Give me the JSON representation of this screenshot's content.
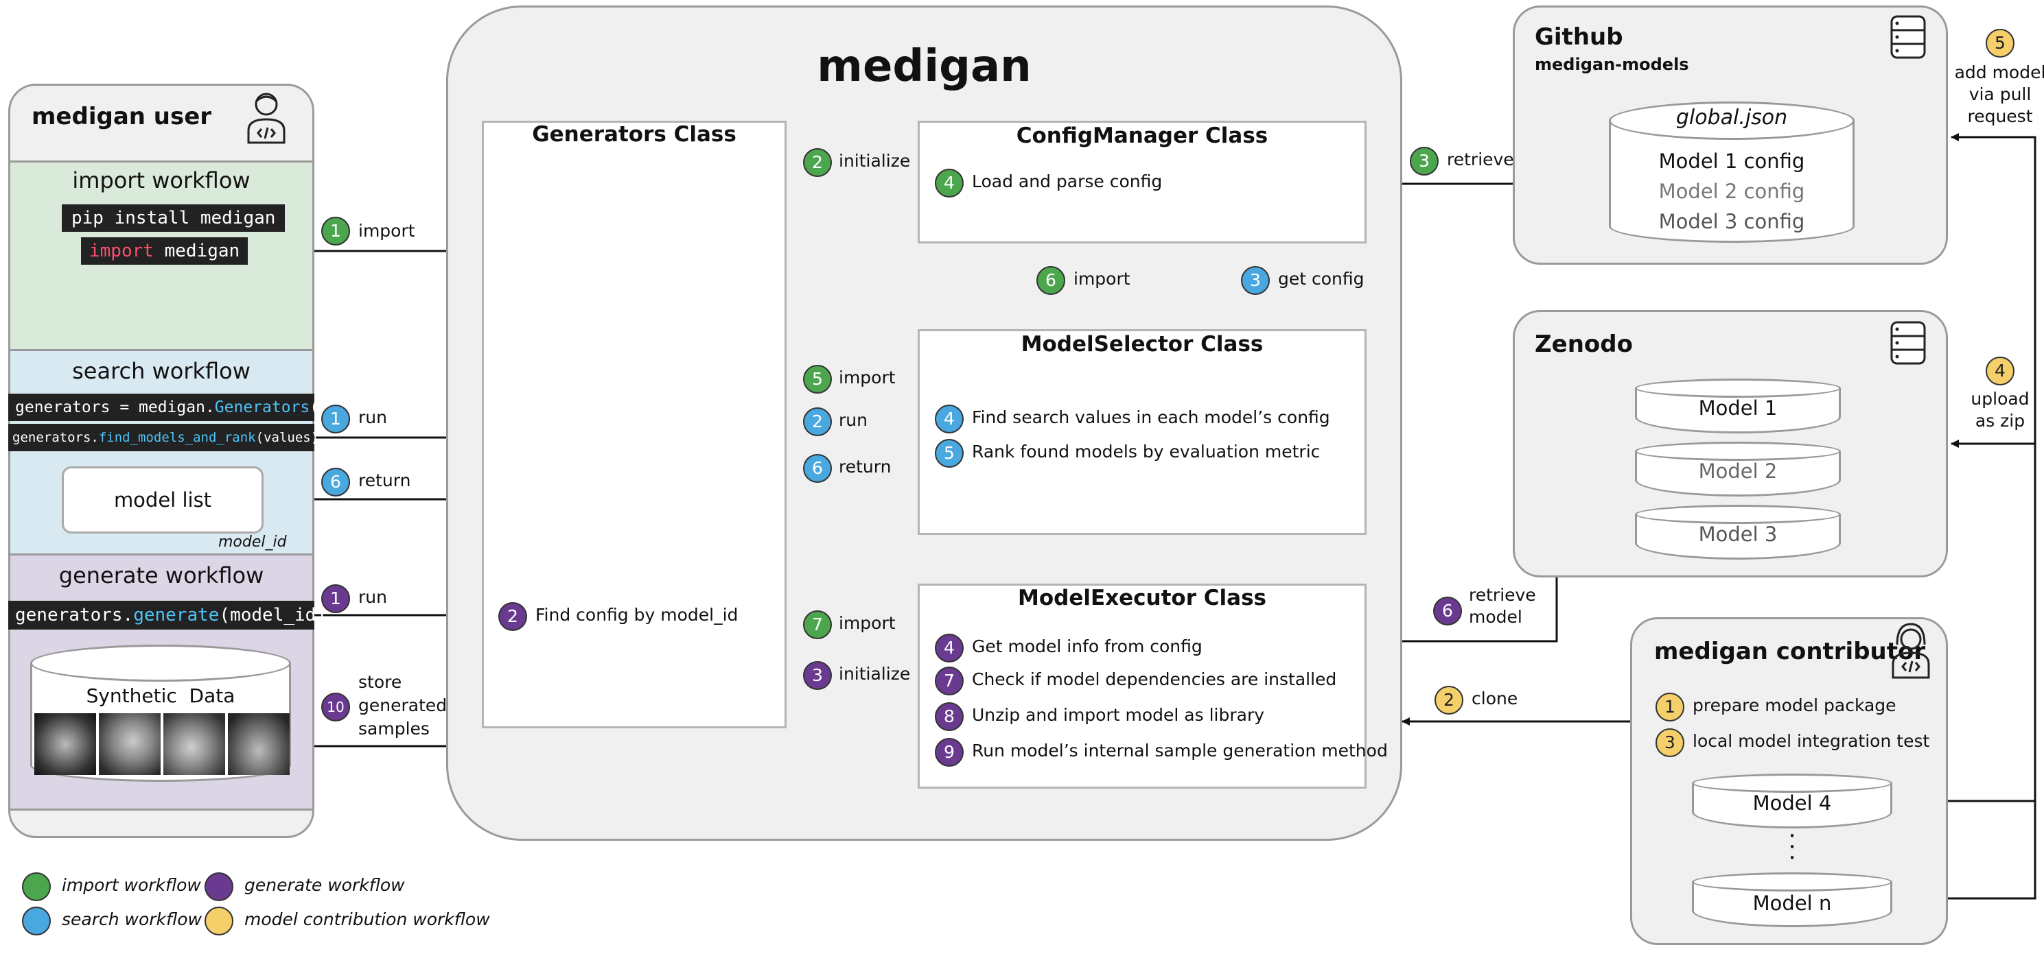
{
  "main": {
    "title": "medigan"
  },
  "user_panel": {
    "title": "medigan user",
    "icon": "developer-icon"
  },
  "import_workflow": {
    "title": "import workflow",
    "code_line1": "pip install medigan",
    "code_line2_kw": "import",
    "code_line2_rest": " medigan"
  },
  "search_workflow": {
    "title": "search workflow",
    "code_line1_a": "generators = medigan.",
    "code_line1_fn": "Generators",
    "code_line1_b": "()",
    "code_line2_a": "generators.",
    "code_line2_fn": "find_models_and_rank",
    "code_line2_b": "(values)",
    "model_list": "model list",
    "model_id": "model_id"
  },
  "generate_workflow": {
    "title": "generate workflow",
    "code_a": "generators.",
    "code_fn": "generate",
    "code_b": "(model_id)",
    "synthetic": "Synthetic  Data"
  },
  "generators_class": {
    "title": "Generators Class",
    "step_num": "2",
    "step_text": "Find config by model_id"
  },
  "config_manager": {
    "title": "ConfigManager Class",
    "step_num": "4",
    "step_text": "Load and parse config"
  },
  "model_selector": {
    "title": "ModelSelector Class",
    "steps": [
      {
        "num": "4",
        "text": "Find search values in each model’s config"
      },
      {
        "num": "5",
        "text": "Rank found models by evaluation metric"
      }
    ]
  },
  "model_executor": {
    "title": "ModelExecutor Class",
    "steps": [
      {
        "num": "4",
        "text": "Get model info from config"
      },
      {
        "num": "7",
        "text": "Check if model dependencies are installed"
      },
      {
        "num": "8",
        "text": "Unzip and import model as library"
      },
      {
        "num": "9",
        "text": "Run model’s internal sample generation method"
      }
    ]
  },
  "github": {
    "title": "Github",
    "subtitle": "medigan-models",
    "file": "global.json",
    "configs": [
      "Model 1 config",
      "Model 2 config",
      "Model 3 config"
    ]
  },
  "zenodo": {
    "title": "Zenodo",
    "models": [
      "Model 1",
      "Model 2",
      "Model 3"
    ]
  },
  "contributor": {
    "title": "medigan contributor",
    "steps": [
      {
        "num": "1",
        "text": "prepare model package"
      },
      {
        "num": "3",
        "text": "local model integration test"
      }
    ],
    "model_top": "Model 4",
    "dots": "·\n·\n·",
    "model_bottom": "Model n"
  },
  "arrows": {
    "import1": {
      "num": "1",
      "text": "import"
    },
    "run1_blue": {
      "num": "1",
      "text": "run"
    },
    "return6": {
      "num": "6",
      "text": "return"
    },
    "run1_purple": {
      "num": "1",
      "text": "run"
    },
    "store10": {
      "num": "10",
      "text": "store\ngenerated\nsamples"
    },
    "init2": {
      "num": "2",
      "text": "initialize"
    },
    "import5": {
      "num": "5",
      "text": "import"
    },
    "run2": {
      "num": "2",
      "text": "run"
    },
    "return6_ms": {
      "num": "6",
      "text": "return"
    },
    "import7": {
      "num": "7",
      "text": "import"
    },
    "init3": {
      "num": "3",
      "text": "initialize"
    },
    "import6_up": {
      "num": "6",
      "text": "import"
    },
    "getconfig3": {
      "num": "3",
      "text": "get config"
    },
    "retrieve3": {
      "num": "3",
      "text": "retrieve"
    },
    "retrieve6": {
      "num": "6",
      "text": "retrieve\nmodel"
    },
    "clone2": {
      "num": "2",
      "text": "clone"
    },
    "addmodel5": {
      "num": "5",
      "text": "add model\nvia pull\nrequest"
    },
    "upload4": {
      "num": "4",
      "text": "upload\nas zip"
    }
  },
  "legend": [
    {
      "color": "green",
      "text": "import workflow"
    },
    {
      "color": "purple",
      "text": "generate workflow"
    },
    {
      "color": "blue",
      "text": "search workflow"
    },
    {
      "color": "yellow",
      "text": "model contribution workflow"
    }
  ],
  "colors": {
    "green": "#4ca64e",
    "blue": "#49a8df",
    "purple": "#6a3a91",
    "yellow": "#f4cf6a",
    "import_bg": "#d9eadb",
    "search_bg": "#d8e9f1",
    "generate_bg": "#dcd5e6"
  }
}
